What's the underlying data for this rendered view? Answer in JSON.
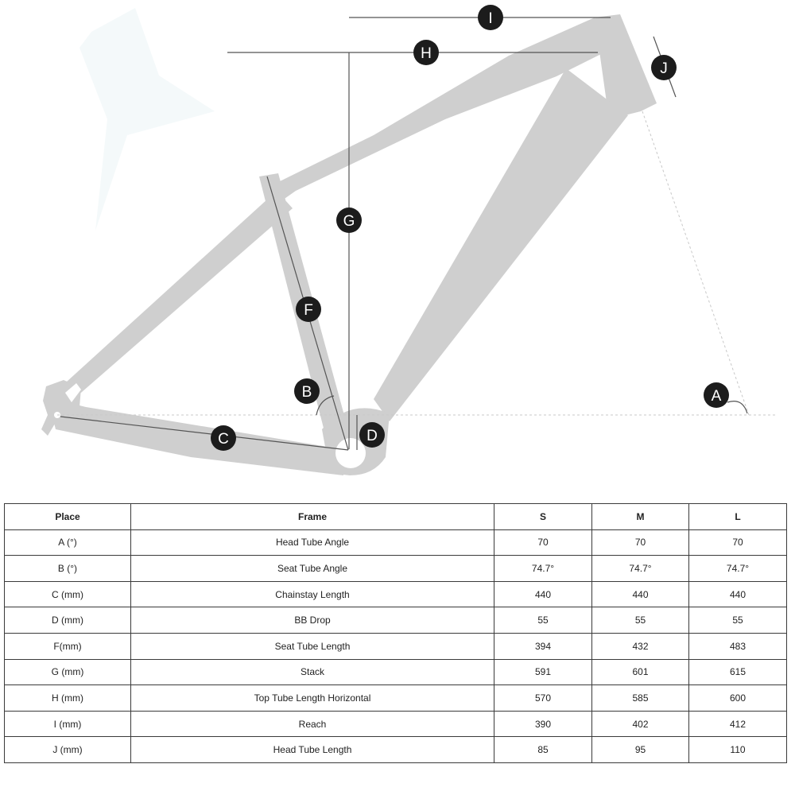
{
  "diagram": {
    "markers": [
      "A",
      "B",
      "C",
      "D",
      "F",
      "G",
      "H",
      "I",
      "J"
    ]
  },
  "table": {
    "headers": [
      "Place",
      "Frame",
      "S",
      "M",
      "L"
    ],
    "rows": [
      [
        "A (°)",
        "Head Tube Angle",
        "70",
        "70",
        "70"
      ],
      [
        "B (°)",
        "Seat Tube Angle",
        "74.7°",
        "74.7°",
        "74.7°"
      ],
      [
        "C (mm)",
        "Chainstay Length",
        "440",
        "440",
        "440"
      ],
      [
        "D (mm)",
        "BB Drop",
        "55",
        "55",
        "55"
      ],
      [
        "F(mm)",
        "Seat Tube Length",
        "394",
        "432",
        "483"
      ],
      [
        "G (mm)",
        "Stack",
        "591",
        "601",
        "615"
      ],
      [
        "H (mm)",
        "Top Tube Length Horizontal",
        "570",
        "585",
        "600"
      ],
      [
        "I (mm)",
        "Reach",
        "390",
        "402",
        "412"
      ],
      [
        "J (mm)",
        "Head Tube Length",
        "85",
        "95",
        "110"
      ]
    ]
  },
  "colors": {
    "frame": "#cfcfcf",
    "line": "#555555",
    "marker": "#1c1c1c"
  }
}
